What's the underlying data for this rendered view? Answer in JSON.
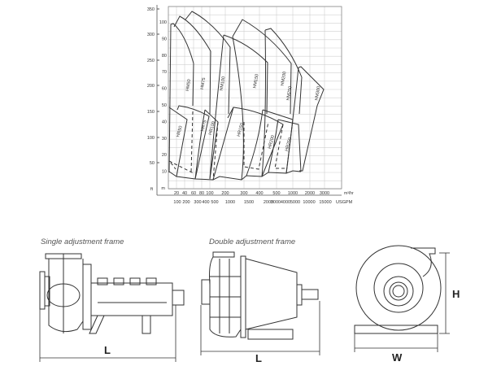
{
  "chart": {
    "y_axis_ft": {
      "unit": "ft",
      "ticks": [
        "350",
        "300",
        "250",
        "200",
        "150",
        "100",
        "50"
      ]
    },
    "y_axis_m": {
      "unit": "m",
      "ticks": [
        "100",
        "90",
        "80",
        "70",
        "60",
        "50",
        "40",
        "30",
        "20",
        "10"
      ]
    },
    "x_axis_m3hr": {
      "unit": "m³/hr",
      "ticks": [
        "20",
        "40",
        "60",
        "80",
        "100",
        "200",
        "300",
        "400",
        "500",
        "1000",
        "2000",
        "3000"
      ]
    },
    "x_axis_usgpm": {
      "unit": "USGPM",
      "ticks": [
        "100",
        "200",
        "300",
        "400",
        "500",
        "1000",
        "1500",
        "2000",
        "3000",
        "4000",
        "5000",
        "10000",
        "15000"
      ]
    },
    "hm_labels": [
      "HM50",
      "HM75",
      "HM100",
      "HM150",
      "HM200",
      "HM250",
      "HM300"
    ],
    "hr_labels": [
      "HR50",
      "HR75",
      "HR100",
      "HR150",
      "HR200",
      "HR250"
    ]
  },
  "drawings": {
    "single_caption": "Single adjustment frame",
    "double_caption": "Double adjustment frame",
    "dim_L1": "L",
    "dim_L2": "L",
    "dim_W": "W",
    "dim_H": "H"
  },
  "colors": {
    "line": "#333333",
    "grid": "#cccccc"
  }
}
